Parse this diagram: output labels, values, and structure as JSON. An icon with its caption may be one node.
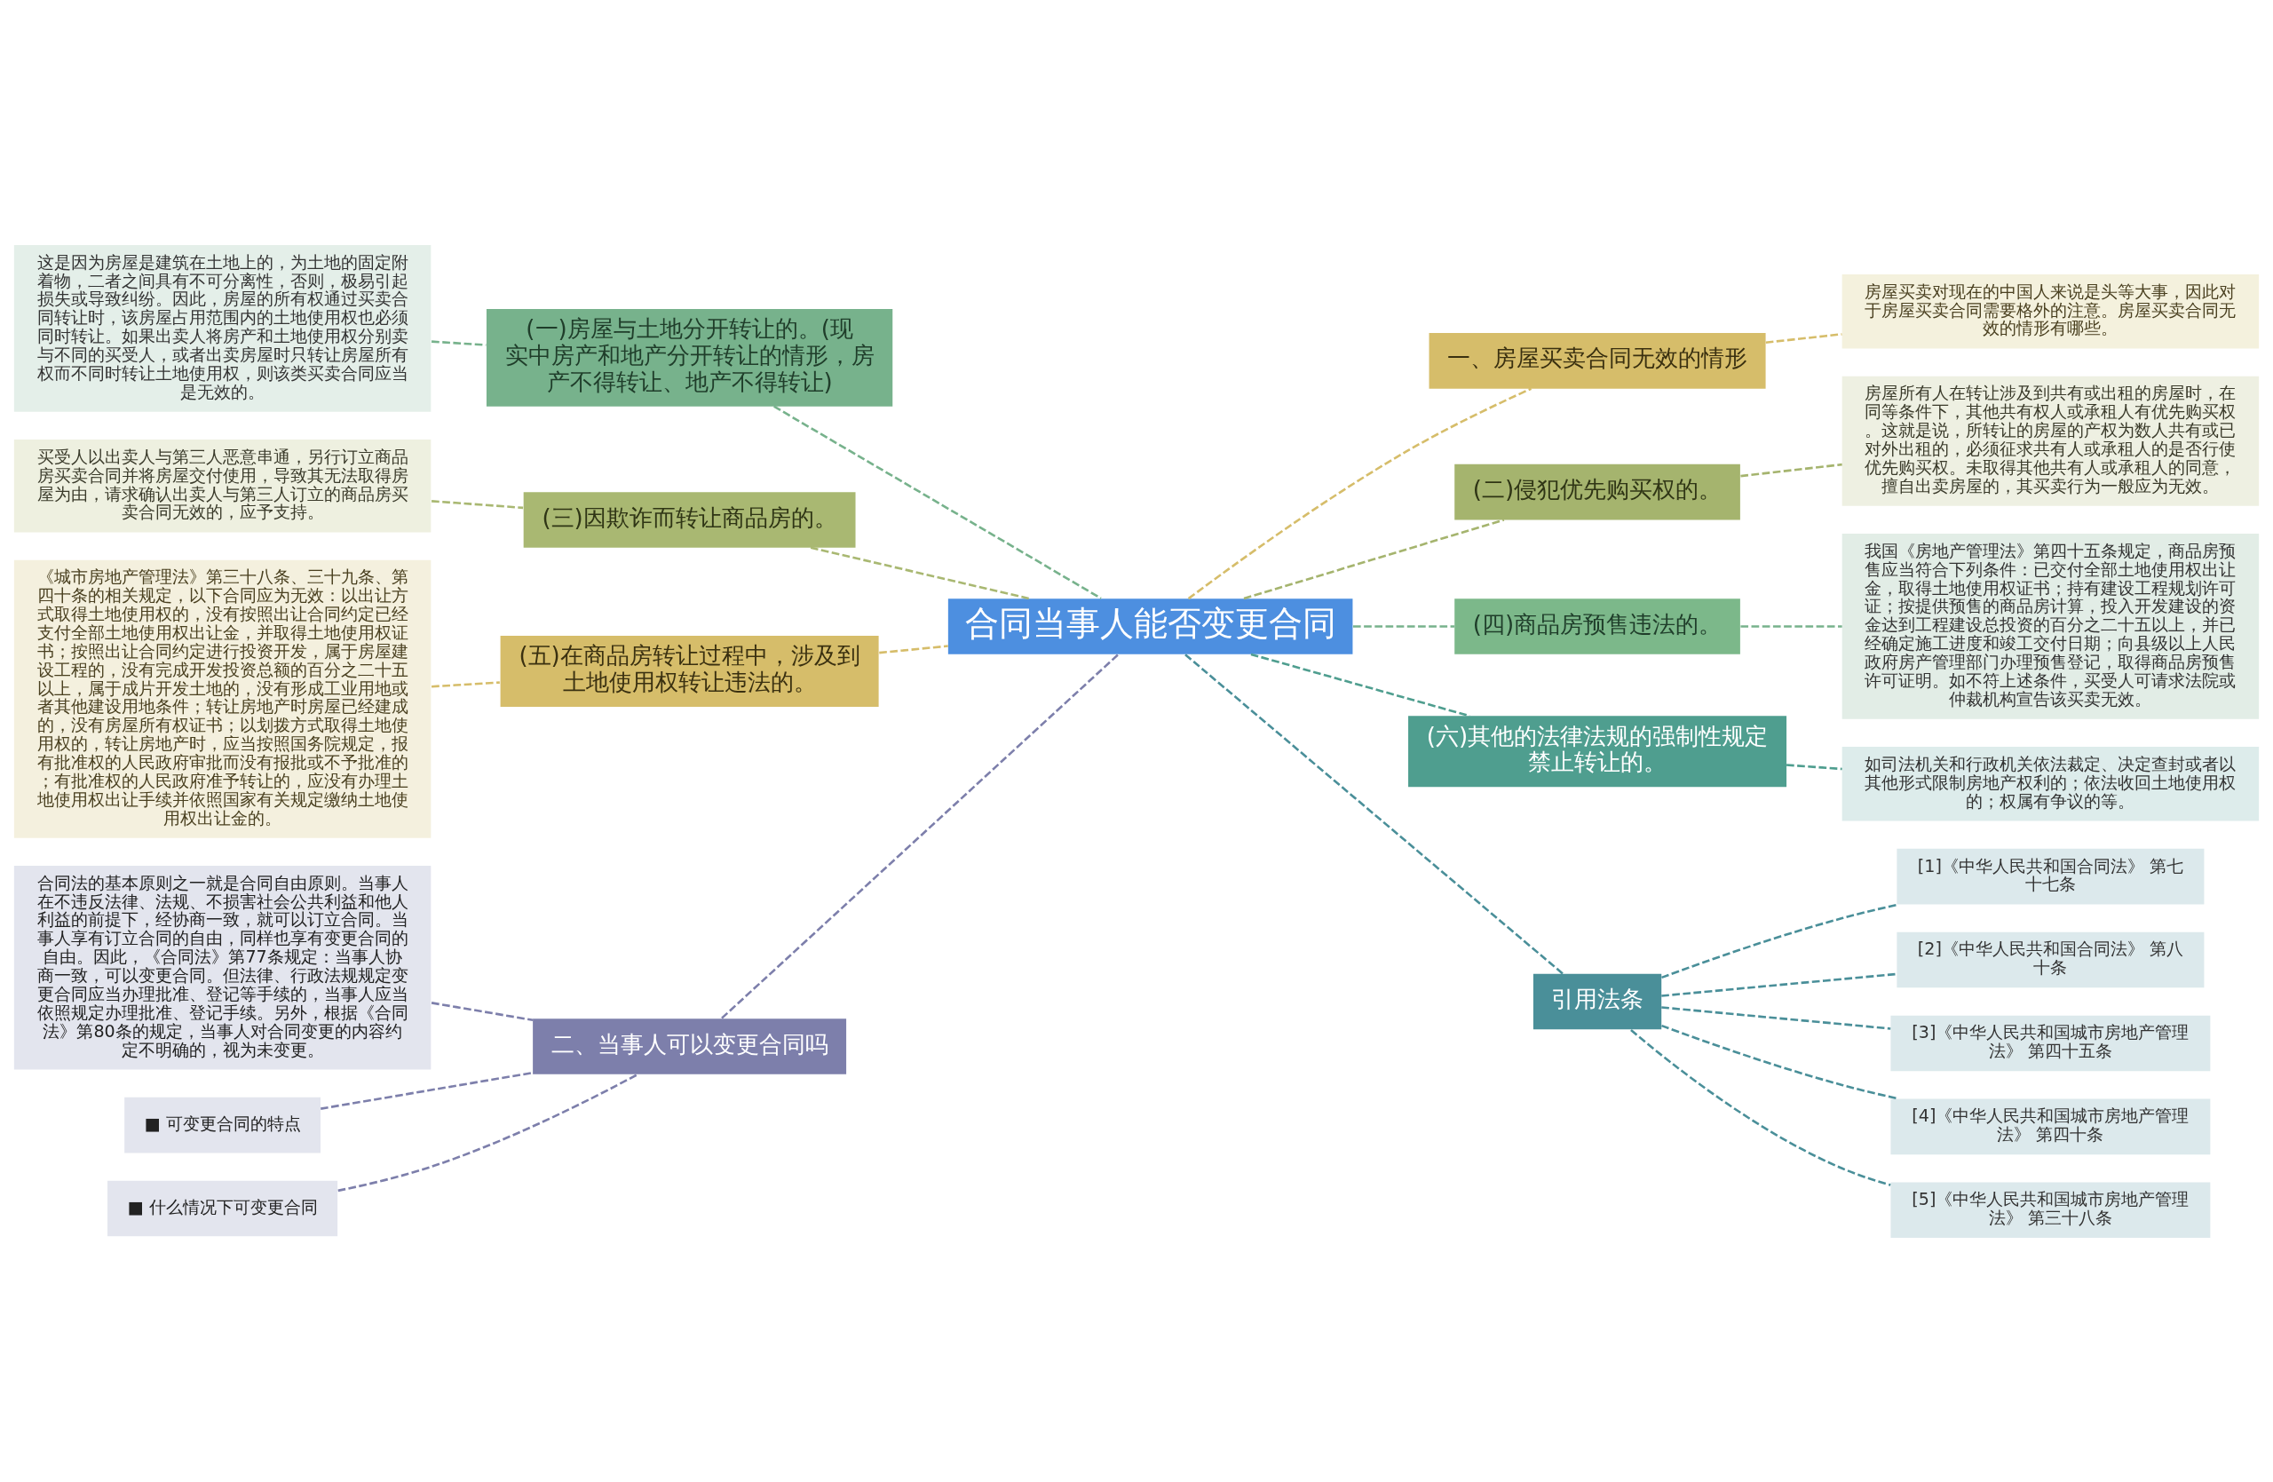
{
  "diagram": {
    "nodes": [
      {
        "text": [
          "合同当事人能否变更合同"
        ]
      },
      {
        "text": [
          "(一)房屋与土地分开转让的。(现实中房产和地产分开转让的情形，房产不得转让、地产不得转让)"
        ]
      },
      {
        "text": [
          "这是因为房屋是建筑在土地上的，为土地的固定附着物，二者之间具有不可分离性，否则，极易引起损失或导致纠纷。因此，房屋的所有权通过买卖合同转让时，该房屋占用范围内的土地使用权也必须同时转让。如果出卖人将房产和土地使用权分别卖与不同的买受人，或者出卖房屋时只转让房屋所有权而不同时转让土地使用权，则该类买卖合同应当是无效的。"
        ]
      },
      {
        "text": [
          "(三)因欺诈而转让商品房的。"
        ]
      },
      {
        "text": [
          "买受人以出卖人与第三人恶意串通，另行订立商品房买卖合同并将房屋交付使用，导致其无法取得房屋为由，请求确认出卖人与第三人订立的商品房买卖合同无效的，应予支持。"
        ]
      },
      {
        "text": [
          "(五)在商品房转让过程中，涉及到土地使用权转让违法的。"
        ]
      },
      {
        "text": [
          "《城市房地产管理法》第三十八条、三十九条、第四十条的相关规定，以下合同应为无效：以出让方式取得土地使用权的，没有按照出让合同约定已经支付全部土地使用权出让金，并取得土地使用权证书；按照出让合同约定进行投资开发，属于房屋建设工程的，没有完成开发投资总额的百分之二十五以上，属于成片开发土地的，没有形成工业用地或者其他建设用地条件；转让房地产时房屋已经建成的，没有房屋所有权证书；以划拨方式取得土地使用权的，转让房地产时，应当按照国务院规定，报有批准权的人民政府审批而没有报批或不予批准的；有批准权的人民政府准予转让的，应没有办理土地使用权出让手续并依照国家有关规定缴纳土地使用权出让金的。"
        ]
      },
      {
        "text": [
          "二、当事人可以变更合同吗"
        ]
      },
      {
        "text": [
          "合同法的基本原则之一就是合同自由原则。当事人在不违反法律、法规、不损害社会公共利益和他人利益的前提下，经协商一致，就可以订立合同。当事人享有订立合同的自由，同样也享有变更合同的自由。因此，《合同法》第77条规定：当事人协商一致，可以变更合同。但法律、行政法规规定变更合同应当办理批准、登记等手续的，当事人应当依照规定办理批准、登记手续。另外，根据《合同法》第80条的规定，当事人对合同变更的内容约定不明确的，视为未变更。"
        ]
      },
      {
        "text": [
          "■ 可变更合同的特点"
        ]
      },
      {
        "text": [
          "■ 什么情况下可变更合同"
        ]
      },
      {
        "text": [
          "一、房屋买卖合同无效的情形"
        ]
      },
      {
        "text": [
          "房屋买卖对现在的中国人来说是头等大事，因此对于房屋买卖合同需要格外的注意。房屋买卖合同无效的情形有哪些。"
        ]
      },
      {
        "text": [
          "(二)侵犯优先购买权的。"
        ]
      },
      {
        "text": [
          "房屋所有人在转让涉及到共有或出租的房屋时，在同等条件下，其他共有权人或承租人有优先购买权。这就是说，所转让的房屋的产权为数人共有或已对外出租的，必须征求共有人或承租人的是否行使优先购买权。未取得其他共有人或承租人的同意，擅自出卖房屋的，其买卖行为一般应为无效。"
        ]
      },
      {
        "text": [
          "(四)商品房预售违法的。"
        ]
      },
      {
        "text": [
          "我国《房地产管理法》第四十五条规定，商品房预售应当符合下列条件：已交付全部土地使用权出让金，取得土地使用权证书；持有建设工程规划许可证；按提供预售的商品房计算，投入开发建设的资金达到工程建设总投资的百分之二十五以上，并已经确定施工进度和竣工交付日期；向县级以上人民政府房产管理部门办理预售登记，取得商品房预售许可证明。如不符上述条件，买受人可请求法院或仲裁机构宣告该买卖无效。"
        ]
      },
      {
        "text": [
          "(六)其他的法律法规的强制性规定禁止转让的。"
        ]
      },
      {
        "text": [
          "如司法机关和行政机关依法裁定、决定查封或者以其他形式限制房地产权利的；依法收回土地使用权的；权属有争议的等。"
        ]
      },
      {
        "text": [
          "引用法条"
        ]
      },
      {
        "text": [
          "[1]《中华人民共和国合同法》 第七十七条"
        ]
      },
      {
        "text": [
          "[2]《中华人民共和国合同法》 第八十条"
        ]
      },
      {
        "text": [
          "[3]《中华人民共和国城市房地产管理法》 第四十五条"
        ]
      },
      {
        "text": [
          "[4]《中华人民共和国城市房地产管理法》 第四十条"
        ]
      },
      {
        "text": [
          "[5]《中华人民共和国城市房地产管理法》 第三十八条"
        ]
      }
    ],
    "edges": [
      {
        "from": 0,
        "to": 1,
        "arrow": "none",
        "style": "dashed",
        "color": "#77b28c"
      },
      {
        "from": 1,
        "to": 2,
        "arrow": "none",
        "style": "dashed",
        "color": "#77b28c"
      },
      {
        "from": 0,
        "to": 3,
        "arrow": "none",
        "style": "dashed",
        "color": "#a9b872"
      },
      {
        "from": 3,
        "to": 4,
        "arrow": "none",
        "style": "dashed",
        "color": "#a9b872"
      },
      {
        "from": 0,
        "to": 5,
        "arrow": "none",
        "style": "dashed",
        "color": "#d6bd6a"
      },
      {
        "from": 5,
        "to": 6,
        "arrow": "none",
        "style": "dashed",
        "color": "#d6bd6a"
      },
      {
        "from": 0,
        "to": 7,
        "arrow": "none",
        "style": "dashed",
        "color": "#7d7fab"
      },
      {
        "from": 7,
        "to": 8,
        "arrow": "none",
        "style": "dashed",
        "color": "#7d7fab"
      },
      {
        "from": 7,
        "to": 9,
        "arrow": "none",
        "style": "dashed",
        "color": "#7d7fab"
      },
      {
        "from": 7,
        "to": 10,
        "arrow": "none",
        "style": "dashed",
        "color": "#7d7fab"
      },
      {
        "from": 0,
        "to": 11,
        "arrow": "none",
        "style": "dashed",
        "color": "#d6bd6a"
      },
      {
        "from": 11,
        "to": 12,
        "arrow": "none",
        "style": "dashed",
        "color": "#d6bd6a"
      },
      {
        "from": 0,
        "to": 13,
        "arrow": "none",
        "style": "dashed",
        "color": "#a5b46e"
      },
      {
        "from": 13,
        "to": 14,
        "arrow": "none",
        "style": "dashed",
        "color": "#a5b46e"
      },
      {
        "from": 0,
        "to": 15,
        "arrow": "none",
        "style": "dashed",
        "color": "#77b28c"
      },
      {
        "from": 15,
        "to": 16,
        "arrow": "none",
        "style": "dashed",
        "color": "#77b28c"
      },
      {
        "from": 0,
        "to": 17,
        "arrow": "none",
        "style": "dashed",
        "color": "#4f9e8f"
      },
      {
        "from": 17,
        "to": 18,
        "arrow": "none",
        "style": "dashed",
        "color": "#4f9e8f"
      },
      {
        "from": 0,
        "to": 19,
        "arrow": "none",
        "style": "dashed",
        "color": "#4a8f99"
      },
      {
        "from": 19,
        "to": 20,
        "arrow": "none",
        "style": "dashed",
        "color": "#4a8f99"
      },
      {
        "from": 19,
        "to": 21,
        "arrow": "none",
        "style": "dashed",
        "color": "#4a8f99"
      },
      {
        "from": 19,
        "to": 22,
        "arrow": "none",
        "style": "dashed",
        "color": "#4a8f99"
      },
      {
        "from": 19,
        "to": 23,
        "arrow": "none",
        "style": "dashed",
        "color": "#4a8f99"
      },
      {
        "from": 19,
        "to": 24,
        "arrow": "none",
        "style": "dashed",
        "color": "#4a8f99"
      }
    ]
  }
}
